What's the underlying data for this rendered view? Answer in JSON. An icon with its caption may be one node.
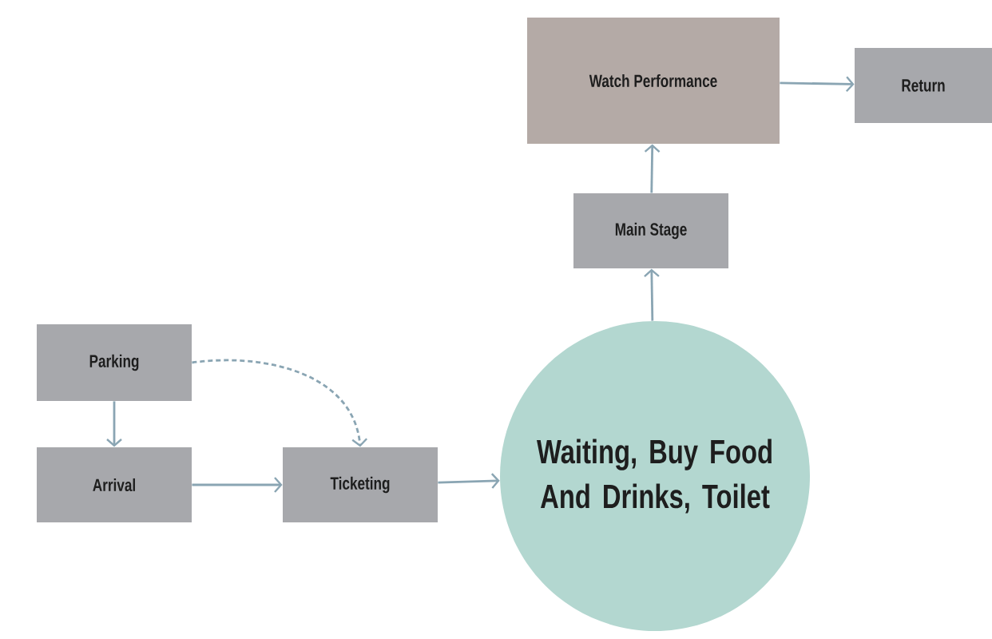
{
  "diagram": {
    "nodes": [
      {
        "text": [
          "Parking"
        ]
      },
      {
        "text": [
          "Arrival"
        ]
      },
      {
        "text": [
          "Ticketing"
        ]
      },
      {
        "text": [
          "Waiting, Buy Food And Drinks, Toilet"
        ]
      },
      {
        "text": [
          "Main Stage"
        ]
      },
      {
        "text": [
          "Watch Performance"
        ]
      },
      {
        "text": [
          "Return"
        ]
      }
    ],
    "edges": [
      {
        "from": 0,
        "to": 1,
        "arrow": "to"
      },
      {
        "from": 0,
        "to": 2,
        "arrow": "to",
        "style": "dashed"
      },
      {
        "from": 1,
        "to": 2,
        "arrow": "to"
      },
      {
        "from": 2,
        "to": 3,
        "arrow": "to"
      },
      {
        "from": 3,
        "to": 4,
        "arrow": "to"
      },
      {
        "from": 4,
        "to": 5,
        "arrow": "to"
      },
      {
        "from": 5,
        "to": 6,
        "arrow": "to"
      }
    ]
  }
}
